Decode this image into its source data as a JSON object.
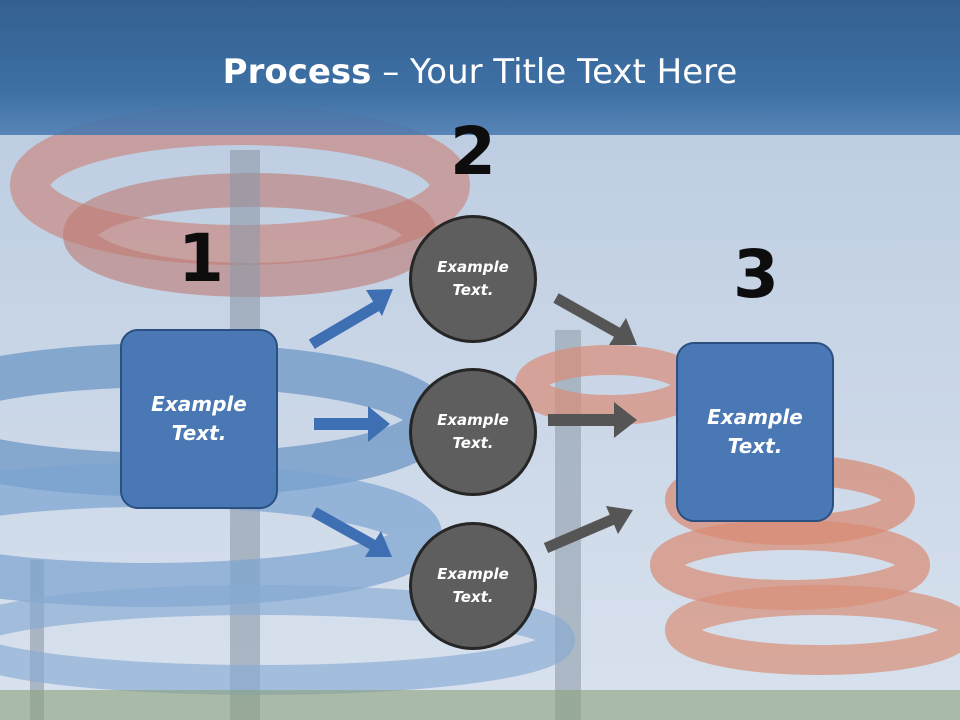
{
  "title": {
    "bold": "Process",
    "dash": " – ",
    "rest": "Your Title Text Here"
  },
  "steps": {
    "one": "1",
    "two": "2",
    "three": "3"
  },
  "left_box": {
    "line1": "Example",
    "line2": "Text."
  },
  "right_box": {
    "line1": "Example",
    "line2": "Text."
  },
  "circles": [
    {
      "line1": "Example",
      "line2": "Text."
    },
    {
      "line1": "Example",
      "line2": "Text."
    },
    {
      "line1": "Example",
      "line2": "Text."
    }
  ],
  "colors": {
    "box": "#4a78b5",
    "circle": "#5e5e5e",
    "blue_arrow": "#3f6fb3",
    "gray_arrow": "#555555",
    "title_band": "#3f71a6"
  }
}
